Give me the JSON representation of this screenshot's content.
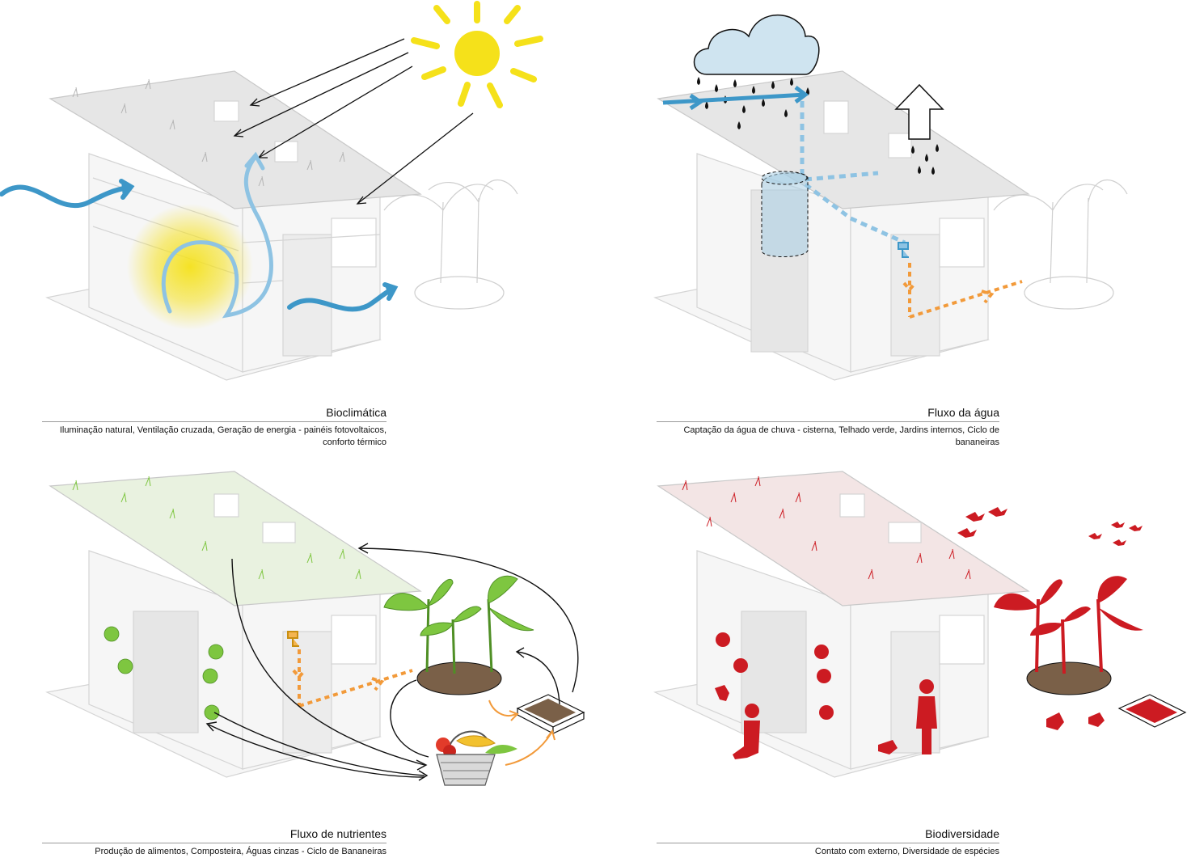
{
  "panels": [
    {
      "title": "Bioclimática",
      "description": "Iluminação natural, Ventilação cruzada, Geração de energia - painéis fotovoltaicos, conforto térmico",
      "icons": [
        "sun-icon",
        "wind-flow-arrow-icon",
        "sunlight-ray-icon",
        "warm-glow-icon"
      ],
      "colors": {
        "sun": "#f5e11a",
        "wind": "#3d97c8",
        "rays": "#111111"
      }
    },
    {
      "title": "Fluxo da água",
      "description": "Captação da água de chuva - cisterna, Telhado verde, Jardins internos, Ciclo de bananeiras",
      "icons": [
        "rain-cloud-icon",
        "rain-drop-icon",
        "cistern-icon",
        "faucet-icon",
        "evaporation-arrow-icon"
      ],
      "colors": {
        "cloud": "#cfe4f0",
        "water": "#5ea7d3",
        "greywater": "#f29a3a"
      }
    },
    {
      "title": "Fluxo de nutrientes",
      "description": "Produção de alimentos, Composteira, Águas cinzas - Ciclo de Bananeiras",
      "icons": [
        "banana-tree-icon",
        "compost-bin-icon",
        "fruit-basket-icon",
        "faucet-icon",
        "cycle-arrow-icon"
      ],
      "colors": {
        "plants": "#7ec640",
        "soil": "#7a6048",
        "compost": "#f29a3a",
        "cycle": "#111111"
      }
    },
    {
      "title": "Biodiversidade",
      "description": "Contato com externo, Diversidade de espécies",
      "icons": [
        "bird-icon",
        "person-icon",
        "animal-icon",
        "red-plant-icon",
        "banana-tree-icon"
      ],
      "colors": {
        "species": "#cc1b22"
      }
    }
  ]
}
